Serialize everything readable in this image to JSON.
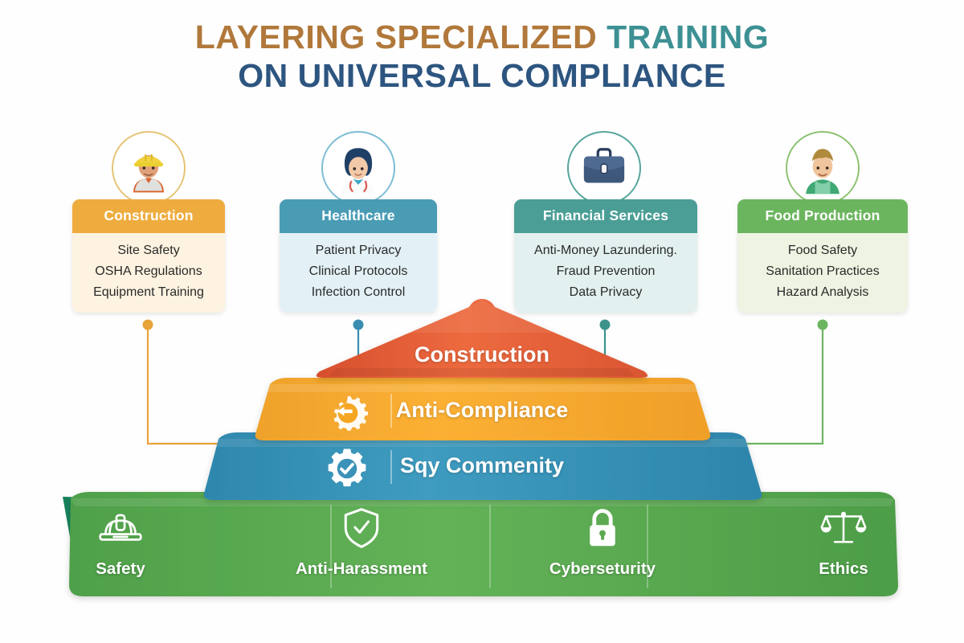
{
  "title": {
    "line1_part1": "LAYERING SPECIALIZED ",
    "line1_part2": "TRAINING",
    "line2": "ON UNIVERSAL COMPLIANCE",
    "color_part1": "#b0783a",
    "color_part2": "#3d9093",
    "color_line2": "#2d5580"
  },
  "cards": [
    {
      "id": "construction",
      "header": "Construction",
      "header_color": "#eeac3f",
      "body_color": "#fdf3e0",
      "avatar_icon": "construction-worker-avatar",
      "accent": "#e8a33b",
      "items": [
        "Site Safety",
        "OSHA Regulations",
        "Equipment Training"
      ]
    },
    {
      "id": "healthcare",
      "header": "Healthcare",
      "header_color": "#4a9cb5",
      "body_color": "#e3f1f6",
      "avatar_icon": "nurse-avatar",
      "accent": "#3a8db0",
      "items": [
        "Patient Privacy",
        "Clinical Protocols",
        "Infection Control"
      ]
    },
    {
      "id": "financial",
      "header": "Financial Services",
      "header_color": "#4a9e96",
      "body_color": "#e2f1ef",
      "avatar_icon": "briefcase-icon",
      "accent": "#3d938c",
      "items": [
        "Anti-Money Lazundering.",
        "Fraud Prevention",
        "Data Privacy"
      ]
    },
    {
      "id": "food",
      "header": "Food Production",
      "header_color": "#6cb55f",
      "body_color": "#eef3e2",
      "avatar_icon": "food-worker-avatar",
      "accent": "#6cb55f",
      "items": [
        "Food Safety",
        "Sanitation Practices",
        "Hazard Analysis"
      ]
    }
  ],
  "pyramid": {
    "layers": [
      {
        "id": "apex",
        "label": "Construction",
        "color": "#e8603c",
        "icon": ""
      },
      {
        "id": "second",
        "label": "Anti-Compliance",
        "color": "#f5a623",
        "icon": "gear-arrow-icon"
      },
      {
        "id": "third",
        "label": "Sqy Commenity",
        "color": "#3a92b8",
        "icon": "gear-check-icon"
      },
      {
        "id": "base",
        "label": "",
        "color": "#5ba84e",
        "icon": ""
      }
    ],
    "base_items": [
      {
        "label": "Safety",
        "icon": "hard-hat-icon"
      },
      {
        "label": "Anti-Harassment",
        "icon": "shield-check-icon"
      },
      {
        "label": "Cyberseturity",
        "icon": "lock-icon"
      },
      {
        "label": "Ethics",
        "icon": "scales-icon"
      }
    ]
  }
}
